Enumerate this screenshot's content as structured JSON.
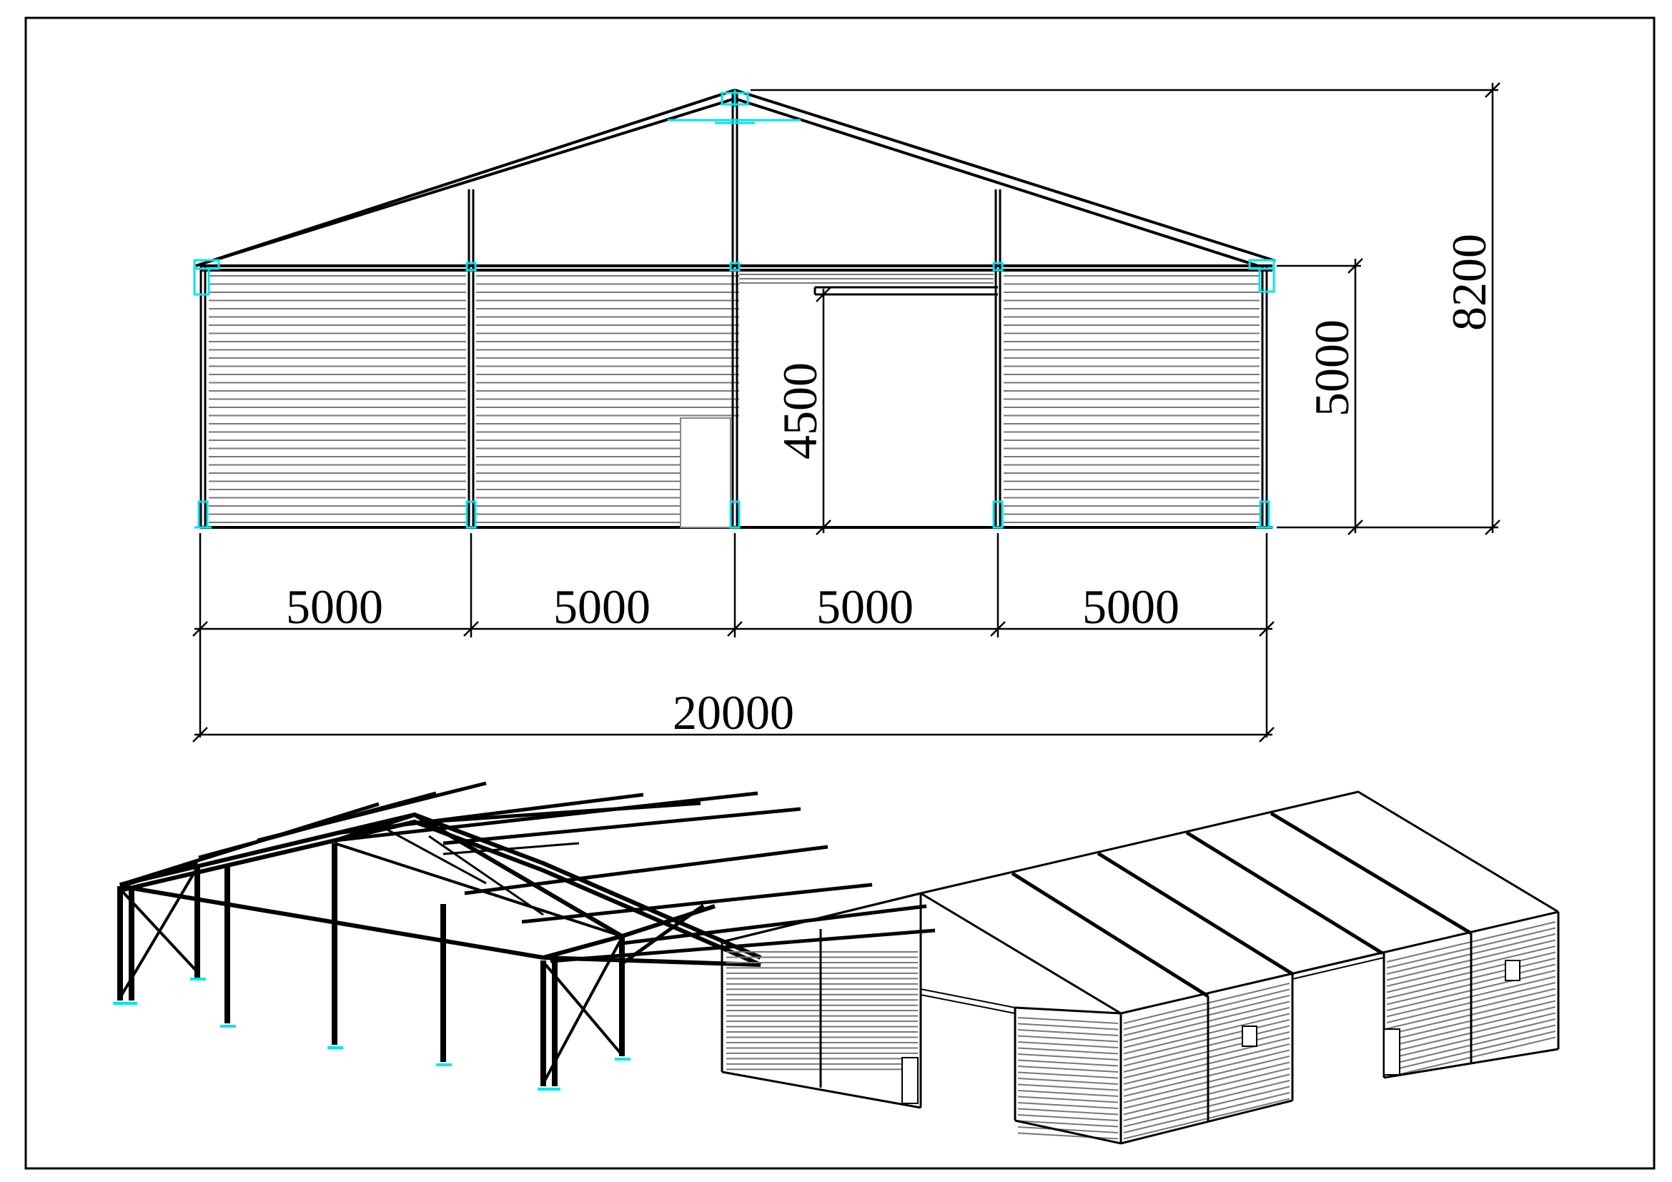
{
  "colors": {
    "line": "#000000",
    "hardware": "#00e5ee",
    "cladding": "#777777",
    "background": "#ffffff"
  },
  "elevation": {
    "dimensions": {
      "bay_1": "5000",
      "bay_2": "5000",
      "bay_3": "5000",
      "bay_4": "5000",
      "total_span": "20000",
      "door_height": "4500",
      "eave_height": "5000",
      "ridge_height": "8200"
    }
  },
  "views": {
    "frame_3d": "structural-frame-isometric",
    "clad_3d": "clad-tent-isometric"
  }
}
